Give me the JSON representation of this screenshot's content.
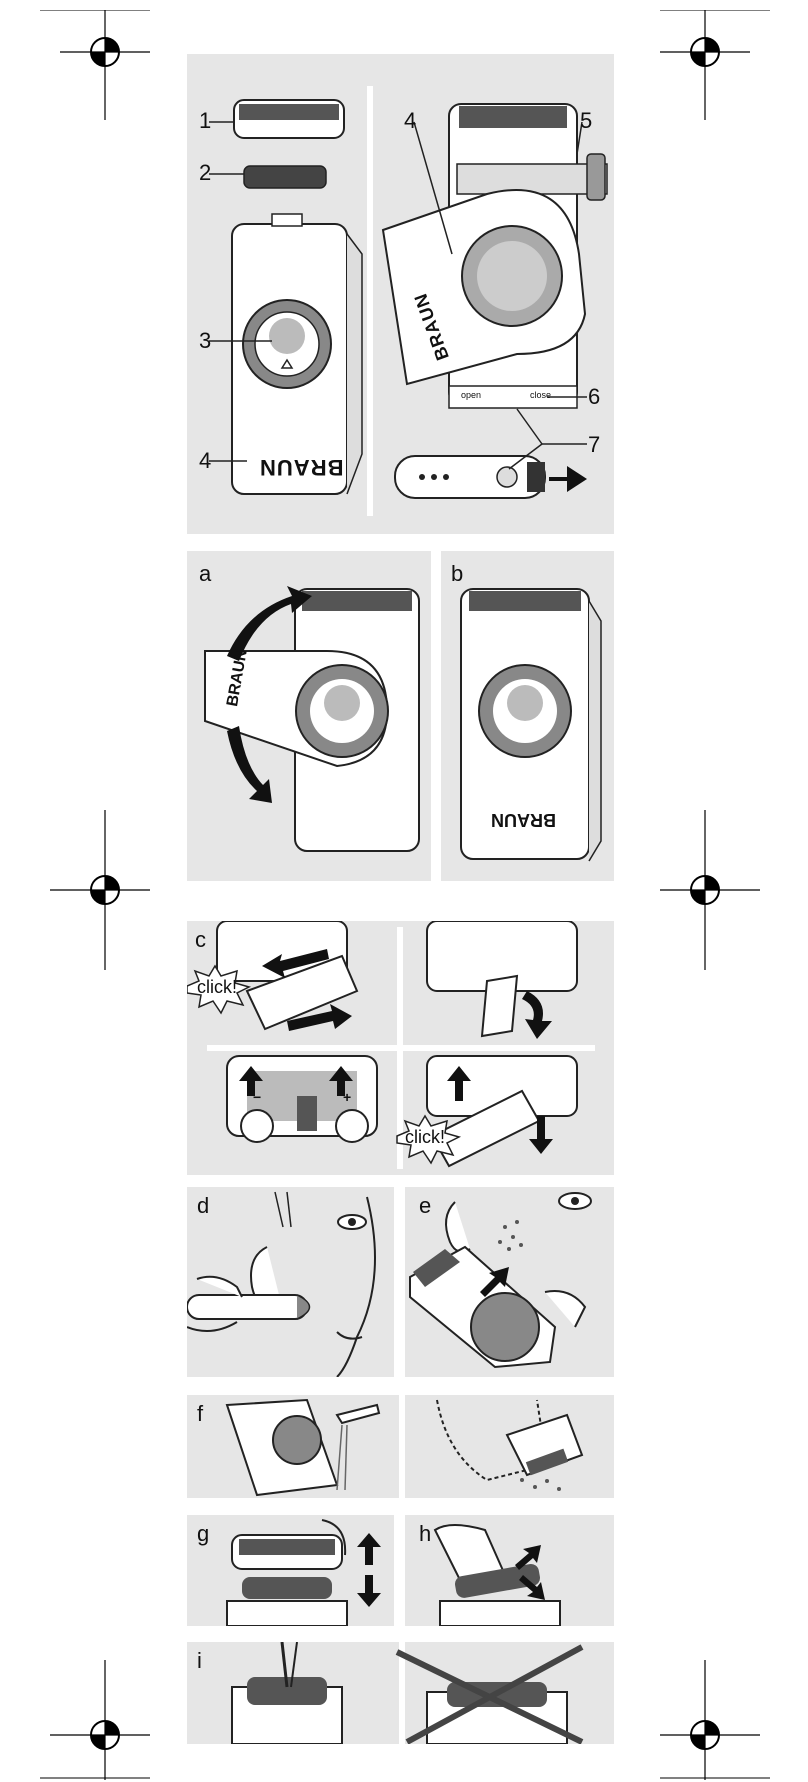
{
  "overview": {
    "part_labels": [
      "1",
      "2",
      "3",
      "4",
      "4",
      "5",
      "6",
      "7"
    ],
    "switch_open": "open",
    "switch_close": "close",
    "brand": "BRAUN"
  },
  "steps": {
    "a": "a",
    "b": "b",
    "c": "c",
    "d": "d",
    "e": "e",
    "f": "f",
    "g": "g",
    "h": "h",
    "i": "i"
  },
  "battery": {
    "click_text": "click!",
    "minus": "−",
    "plus": "+"
  },
  "icons": [
    "registration-mark-icon",
    "arrow-icon",
    "cross-icon"
  ]
}
